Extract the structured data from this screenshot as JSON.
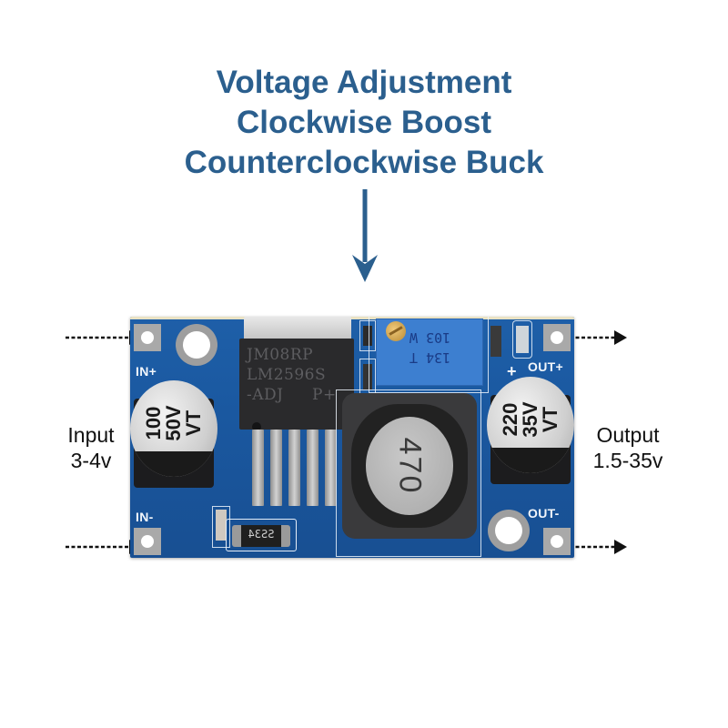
{
  "heading": {
    "line1": "Voltage Adjustment",
    "line2": "Clockwise Boost",
    "line3": "Counterclockwise Buck",
    "color": "#2b5f8e",
    "arrow_icon": "down-arrow-icon"
  },
  "input_label": {
    "title": "Input",
    "range": "3-4v"
  },
  "output_label": {
    "title": "Output",
    "range": "1.5-35v"
  },
  "pcb": {
    "color": "#1e5fa8",
    "silkscreen": {
      "in_plus": "IN+",
      "in_minus": "IN-",
      "out_plus": "OUT+",
      "out_minus": "OUT-",
      "polarity_plus": "+"
    },
    "regulator_ic": {
      "line1": "JM08RP",
      "line2": "LM2596S",
      "line3": "-ADJ",
      "suffix": "P+"
    },
    "potentiometer": {
      "line1": "103 W",
      "line2": "134 T"
    },
    "input_capacitor": {
      "label": "100\n50V\nVT"
    },
    "output_capacitor": {
      "label": "220\n35V\nVT"
    },
    "inductor": {
      "label": "470"
    },
    "diode": {
      "label": "SS34"
    }
  },
  "terminal_arrows": [
    "in-plus-arrow",
    "in-minus-arrow",
    "out-plus-arrow",
    "out-minus-arrow"
  ]
}
